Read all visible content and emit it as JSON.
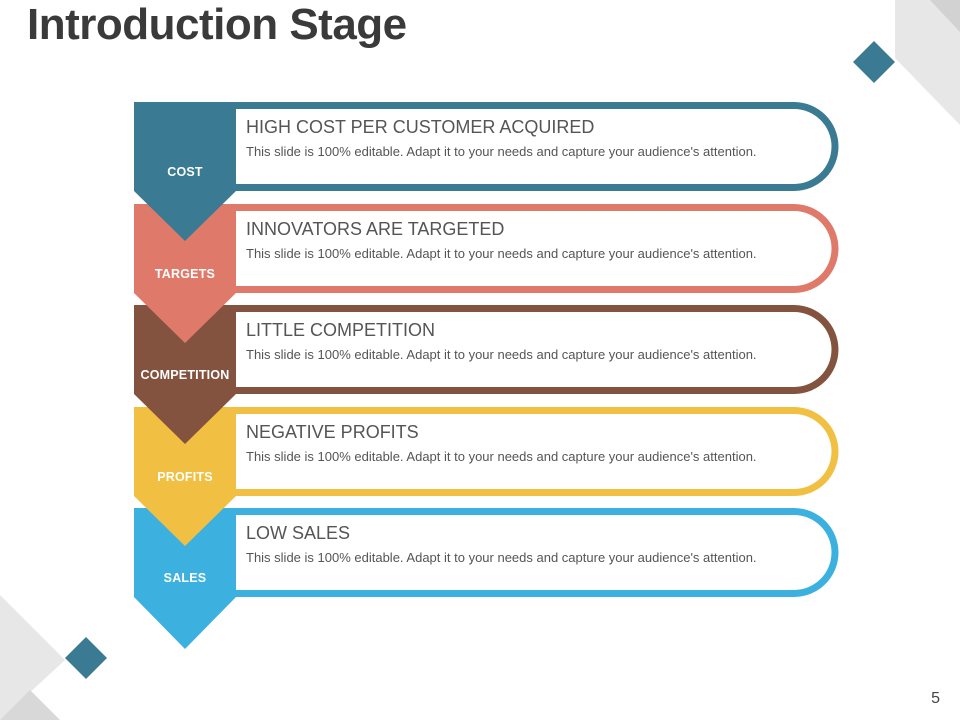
{
  "slide": {
    "title": "Introduction Stage",
    "page_number": "5"
  },
  "colors": {
    "accent": "#3a7a92",
    "decor_gray": "#e4e4e4"
  },
  "rows": [
    {
      "tag": "COST",
      "heading": "HIGH COST PER CUSTOMER ACQUIRED",
      "description": "This slide is 100% editable. Adapt it to your needs and capture your audience's attention.",
      "color": "#3a7a92"
    },
    {
      "tag": "TARGETS",
      "heading": "INNOVATORS ARE TARGETED",
      "description": "This slide is 100% editable. Adapt it to your needs and capture your audience's attention.",
      "color": "#df7a6a"
    },
    {
      "tag": "COMPETITION",
      "heading": "LITTLE COMPETITION",
      "description": "This slide is 100% editable. Adapt it to your needs and capture your audience's attention.",
      "color": "#83533f"
    },
    {
      "tag": "PROFITS",
      "heading": "NEGATIVE PROFITS",
      "description": "This slide is 100% editable. Adapt it to your needs and capture your audience's attention.",
      "color": "#f1c043"
    },
    {
      "tag": "SALES",
      "heading": "LOW SALES",
      "description": "This slide is 100% editable. Adapt it to your needs and capture your audience's attention.",
      "color": "#3cb1e0"
    }
  ]
}
